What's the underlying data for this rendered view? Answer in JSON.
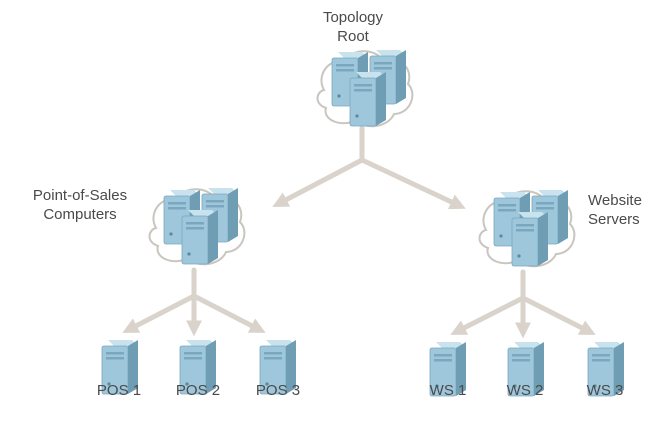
{
  "title": "Topology Root",
  "groups": {
    "root": {
      "line1": "Topology",
      "line2": "Root"
    },
    "pos": {
      "line1": "Point-of-Sales",
      "line2": "Computers"
    },
    "web": {
      "line1": "Website",
      "line2": "Servers"
    }
  },
  "leaves": {
    "pos1": "POS 1",
    "pos2": "POS 2",
    "pos3": "POS 3",
    "ws1": "WS 1",
    "ws2": "WS 2",
    "ws3": "WS 3"
  },
  "colors": {
    "arrow": "#d9d3cb",
    "cloud_stroke": "#c9c5bf",
    "server_front": "#9ec7db",
    "server_side": "#6e9db4",
    "server_top": "#c8e2ee",
    "label": "#4a4a4a"
  },
  "icons": [
    "server-cluster-icon",
    "server-icon",
    "arrow-icon"
  ]
}
